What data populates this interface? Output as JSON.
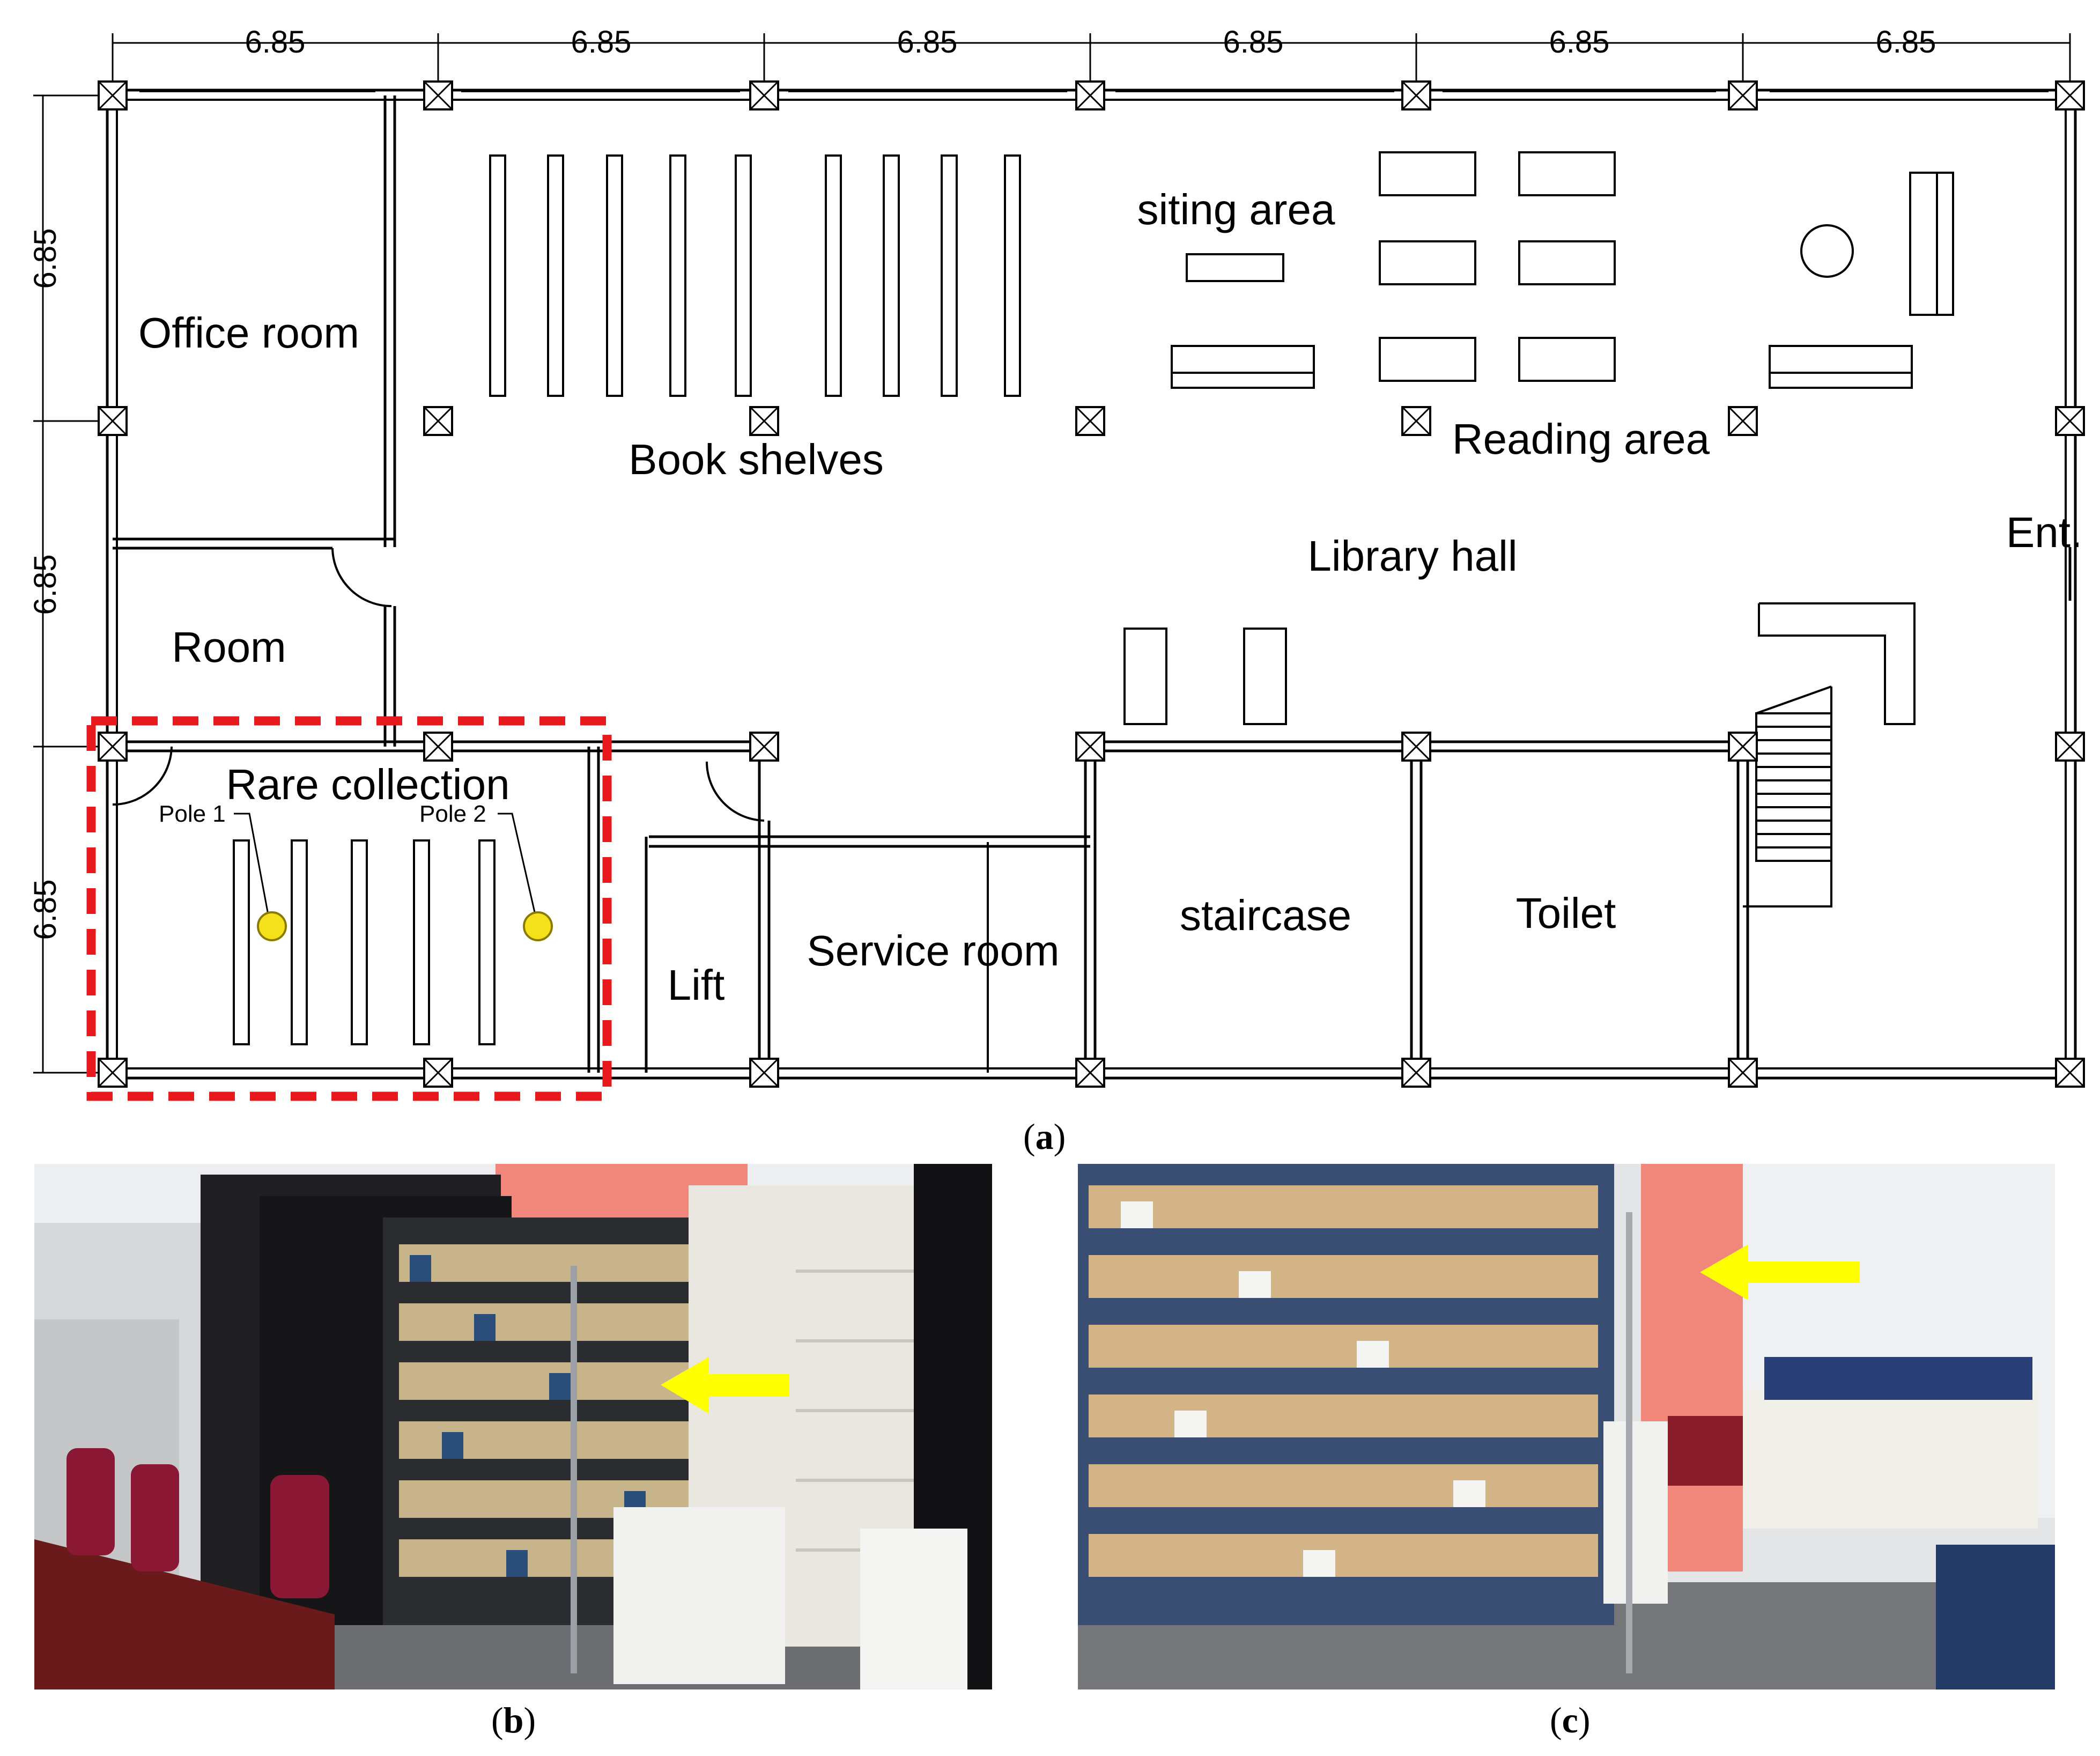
{
  "plan": {
    "dimension_labels": [
      "6.85",
      "6.85",
      "6.85",
      "6.85",
      "6.85",
      "6.85"
    ],
    "vertical_dimension_labels": [
      "6.85",
      "6.85",
      "6.85"
    ],
    "rooms": {
      "office_room": "Office room",
      "book_shelves": "Book shelves",
      "siting_area": "siting area",
      "reading_area": "Reading area",
      "library_hall": "Library hall",
      "entrance": "Ent.",
      "room": "Room",
      "rare_collection": "Rare collection",
      "lift": "Lift",
      "service_room": "Service room",
      "staircase": "staircase",
      "toilet": "Toilet"
    },
    "poles": [
      {
        "label": "Pole 1"
      },
      {
        "label": "Pole 2"
      }
    ],
    "colors": {
      "highlight_box": "#e8191c",
      "pole_marker": "#f5e11b",
      "pole_marker_stroke": "#8a7a00"
    }
  },
  "captions": {
    "a": "a",
    "b": "b",
    "c": "c"
  },
  "photos": {
    "arrow_color": "#ffff00",
    "wall_accent": "#f0877a"
  }
}
